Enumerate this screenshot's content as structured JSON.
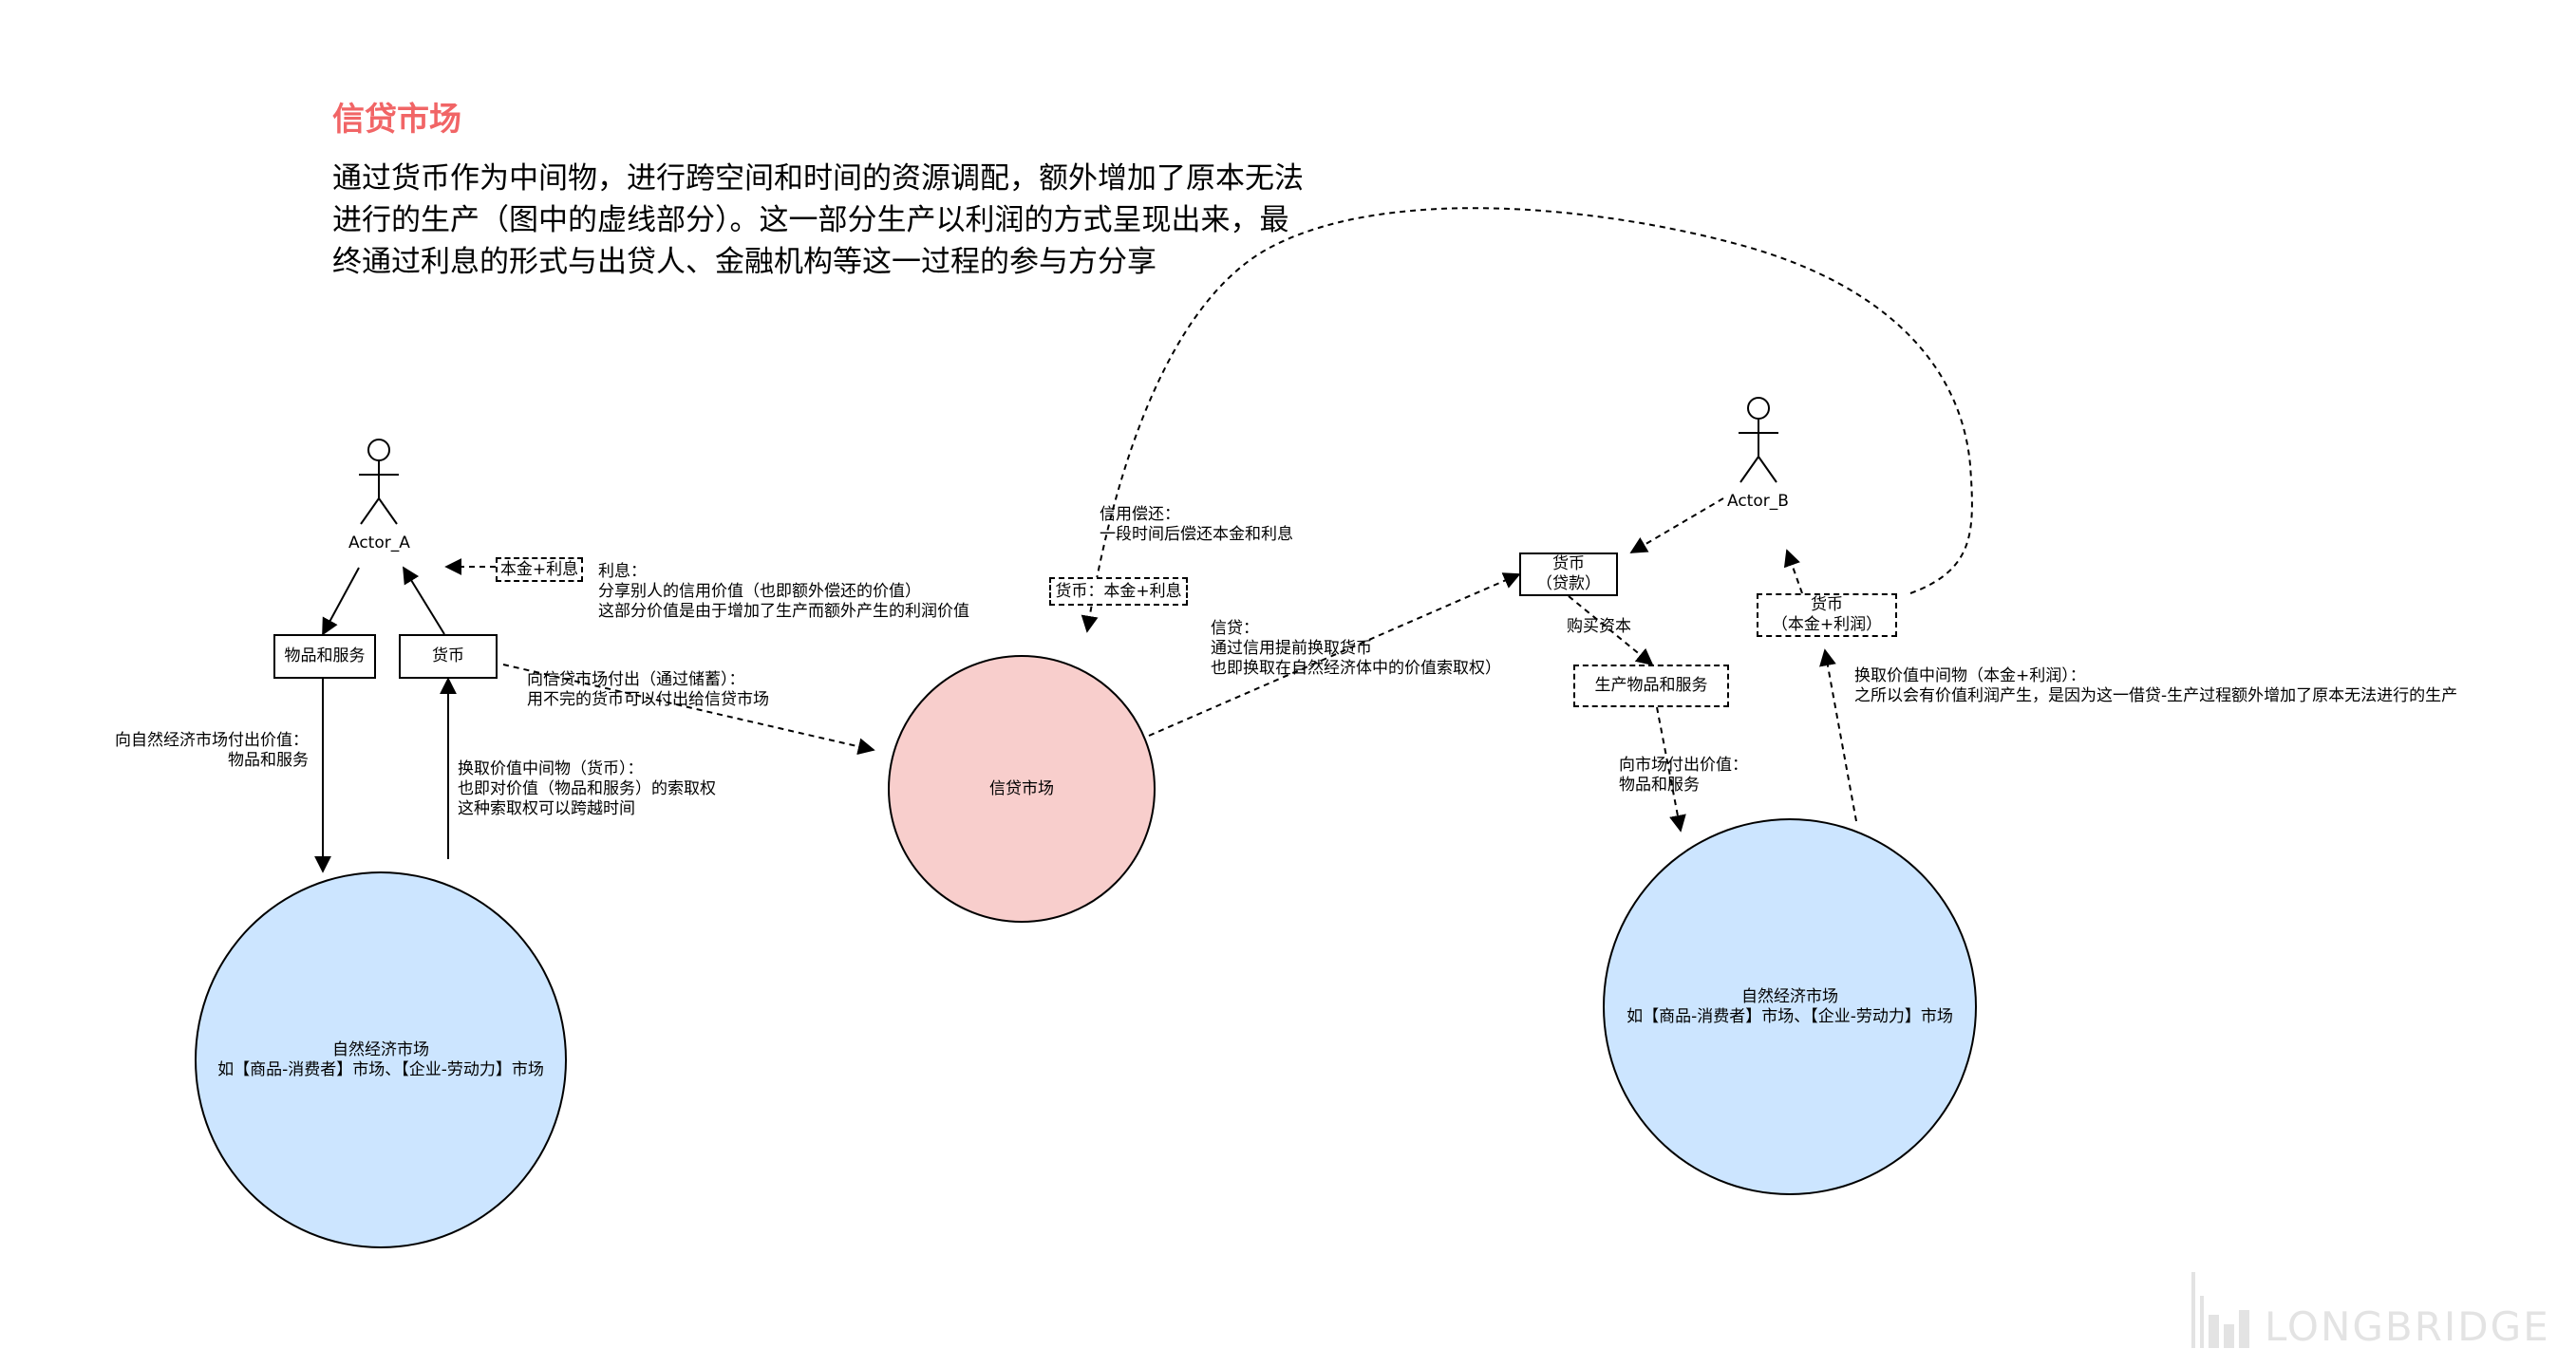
{
  "title": "信贷市场",
  "intro": "通过货币作为中间物，进行跨空间和时间的资源调配，额外增加了原本无法\n进行的生产（图中的虚线部分）。这一部分生产以利润的方式呈现出来，最\n终通过利息的形式与出贷人、金融机构等这一过程的参与方分享",
  "actor_a": {
    "name": "Actor_A"
  },
  "actor_b": {
    "name": "Actor_B"
  },
  "boxes": {
    "goods_a": "物品和服务",
    "money_a": "货币",
    "principal_interest_a": "本金+利息",
    "money_principal_interest": "货币：本金+利息",
    "money_loan": "货币\n（贷款）",
    "produce_goods": "生产物品和服务",
    "money_principal_profit": "货币\n（本金+利润）"
  },
  "circles": {
    "credit_market": "信贷市场",
    "natural_market_a": "自然经济市场\n如【商品-消费者】市场、【企业-劳动力】市场",
    "natural_market_b": "自然经济市场\n如【商品-消费者】市场、【企业-劳动力】市场"
  },
  "labels": {
    "interest": "利息：\n分享别人的信用价值（也即额外偿还的价值）\n这部分价值是由于增加了生产而额外产生的利润价值",
    "pay_to_natural_a": "向自然经济市场付出价值：\n物品和服务",
    "exchange_money": "换取价值中间物（货币）：\n也即对价值（物品和服务）的索取权\n这种索取权可以跨越时间",
    "pay_to_credit": "向信贷市场付出（通过储蓄）：\n用不完的货币可以付出给信贷市场",
    "credit_repay": "信用偿还：\n一段时间后偿还本金和利息",
    "credit_loan": "信贷：\n通过信用提前换取货币\n也即换取在自然经济体中的价值索取权）",
    "buy_capital": "购买资本",
    "pay_to_market_b": "向市场付出价值：\n物品和服务",
    "exchange_profit": "换取价值中间物（本金+利润）：\n之所以会有价值利润产生，是因为这一借贷-生产过程额外增加了原本无法进行的生产"
  },
  "watermark": "LONGBRIDGE",
  "colors": {
    "title": "#f16566",
    "credit_market_fill": "#f8cecc",
    "natural_market_fill": "#cce5ff"
  }
}
